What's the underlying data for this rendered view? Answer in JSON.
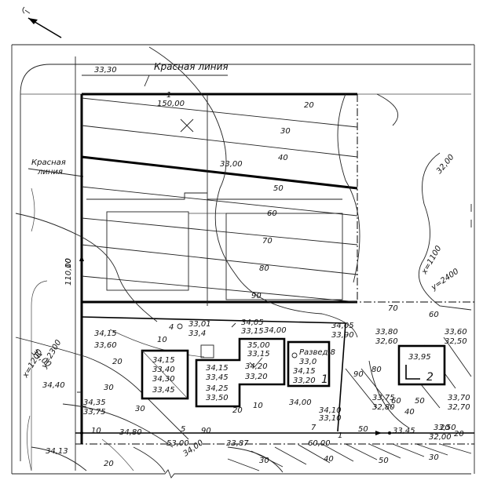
{
  "labels": {
    "red_line_top": "Красная линия",
    "red_line_left_1": "Красная",
    "red_line_left_2": "линия",
    "dim_top_num": "1",
    "dim_top": "150,00",
    "dim_left": "110,00",
    "dim_left_num": "10",
    "dim_bottom_1": "53,00",
    "dim_bottom_2": "60,00",
    "dim_bottom_num": "1",
    "coord_x_left": "x=1200",
    "coord_y_left": "y=2300",
    "coord_x_right": "x=1100",
    "coord_y_right": "y=2400"
  },
  "contours": {
    "c20": "20",
    "c30": "30",
    "c40": "40",
    "c50": "50",
    "c60": "60",
    "c70": "70",
    "c80": "80",
    "c90": "90",
    "c10": "10",
    "c20b": "20",
    "c30b": "30",
    "c20c": "20",
    "c10b": "10",
    "c90b": "90",
    "c80b": "80",
    "c70b": "70",
    "c60b": "60",
    "c50b": "50",
    "c40b": "40",
    "c60r": "60",
    "c30low": "30",
    "c20low": "20",
    "c10low": "10",
    "c5low": "5",
    "c90low": "90",
    "c7low": "7",
    "c50low": "50",
    "c20low2": "20",
    "c30low2": "30",
    "c40low": "40",
    "c50low2": "50",
    "c20low3": "20",
    "c30low3": "30"
  },
  "elevations": {
    "e3330": "33,30",
    "e3300": "33,00",
    "e3200": "32,00",
    "e3415a": "34,15",
    "e3360": "33,60",
    "e3400a": "34,00",
    "e3440": "34,40",
    "e3435": "34,35",
    "e3375": "33,75",
    "e3413": "34,13",
    "e3480": "34,80",
    "e3400b": "34,00",
    "e3387": "33,87",
    "e3345": "33,45",
    "e3405": "34,05",
    "e3390": "33,90",
    "e3380": "33,80",
    "e3260": "32,60",
    "e3360r": "33,60",
    "e3250": "32,50",
    "e3375r": "33,75",
    "e3280": "32,80",
    "e3370": "33,70",
    "e3270": "32,70",
    "e3400c": "34,00",
    "e3410": "34,10",
    "e3310": "33,10",
    "e3201": "32,00",
    "e3350": "33,50",
    "e4_num": "4",
    "e4_a": "33,01",
    "e4_b": "33,4",
    "e3485": "34,05",
    "e3315": "33,15",
    "e3400d": "34,00"
  },
  "buildings": {
    "b1_top": "33,40",
    "b1_mid1": "34,15",
    "b1_mid2": "34,30",
    "b1_bot": "33,45",
    "b2_a": "34,15",
    "b2_b": "33,45",
    "b2_c": "34,25",
    "b2_d": "33,50",
    "b3_a": "35,00",
    "b3_b": "33,15",
    "b3_c": "34,20",
    "b3_d": "33,20",
    "b4_title": "Развед.8",
    "b4_a": "33,0",
    "b4_b": "34,15",
    "b4_c": "33,20",
    "b4_num": "1",
    "b5_a": "33,95",
    "b5_num": "2"
  }
}
